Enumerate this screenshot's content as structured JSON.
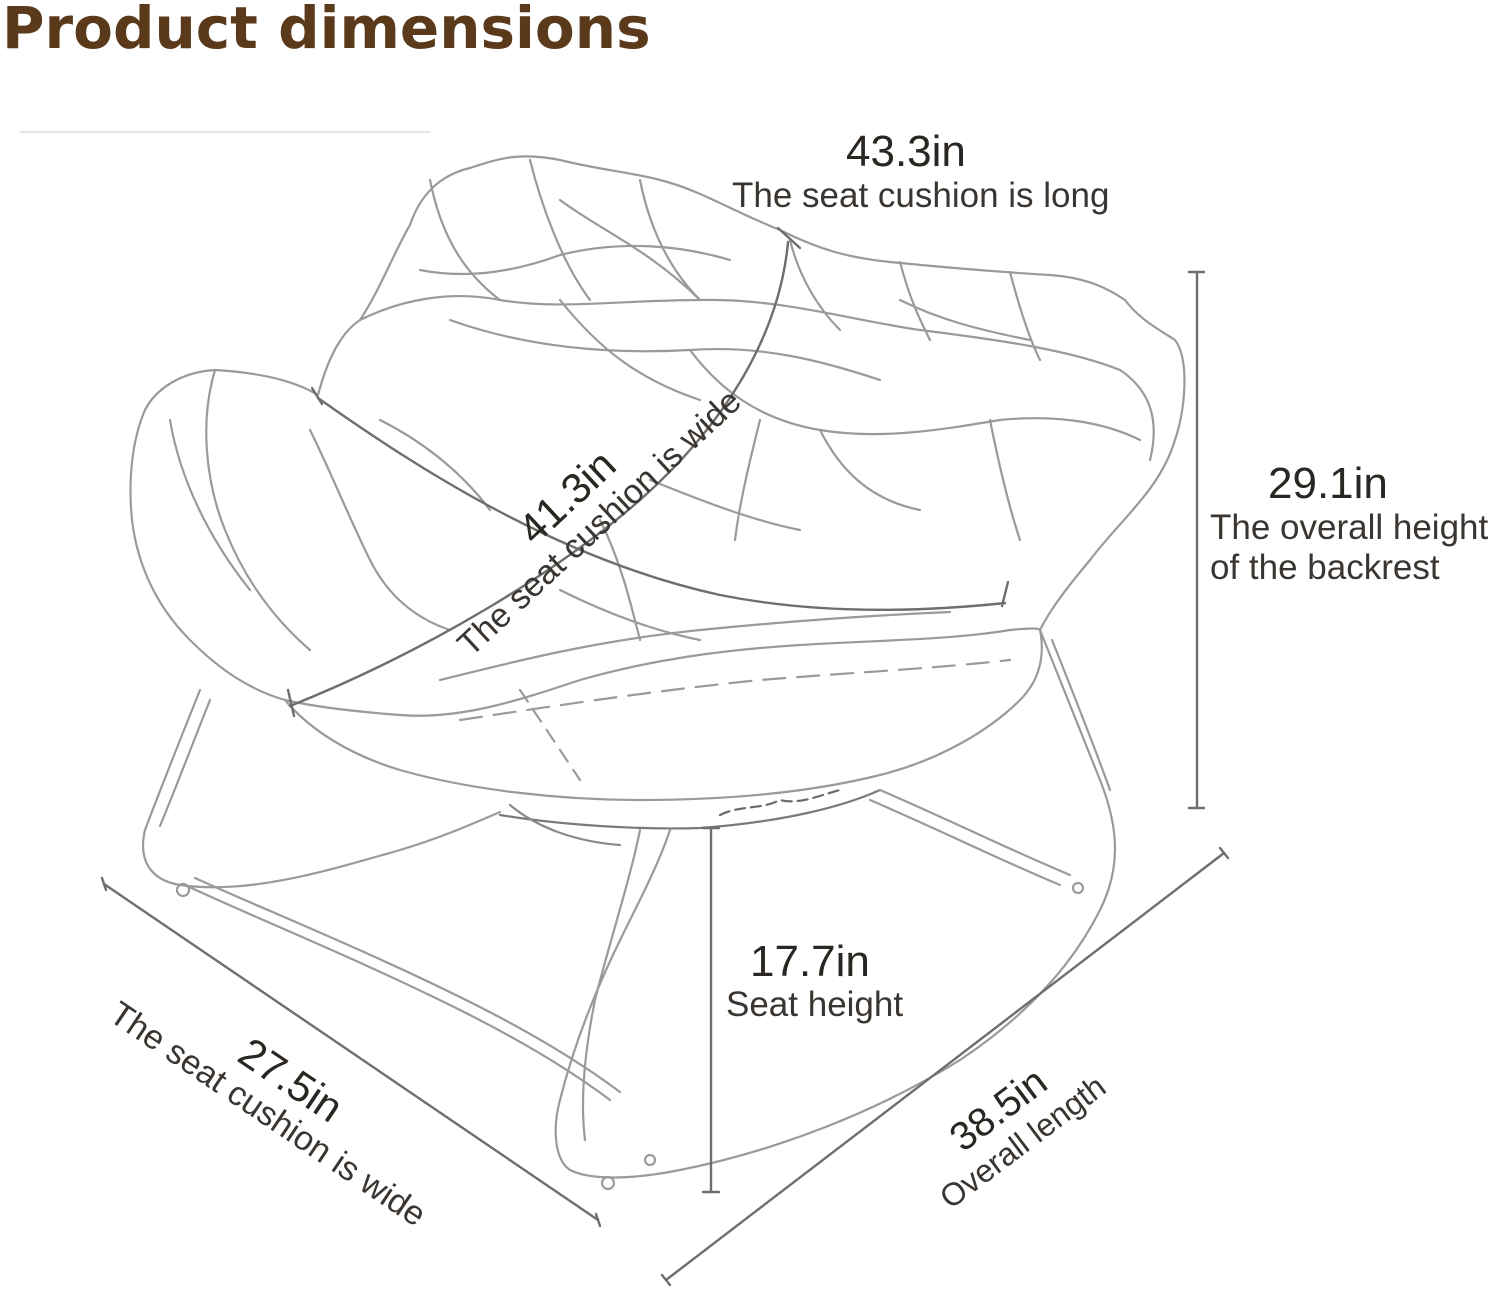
{
  "title": "Product dimensions",
  "accent_color": "#5a3a1a",
  "dimensions": {
    "cushion_long": {
      "value": "43.3in",
      "caption": "The seat cushion is long"
    },
    "cushion_wide_diag": {
      "value": "41.3in",
      "caption": "The seat cushion is wide"
    },
    "backrest_height": {
      "value": "29.1in",
      "caption_line1": "The overall height",
      "caption_line2": "of the backrest"
    },
    "seat_height": {
      "value": "17.7in",
      "caption": "Seat height"
    },
    "seat_depth": {
      "value": "27.5in",
      "caption": "The seat cushion is wide"
    },
    "overall_length": {
      "value": "38.5in",
      "caption": "Overall length"
    }
  }
}
